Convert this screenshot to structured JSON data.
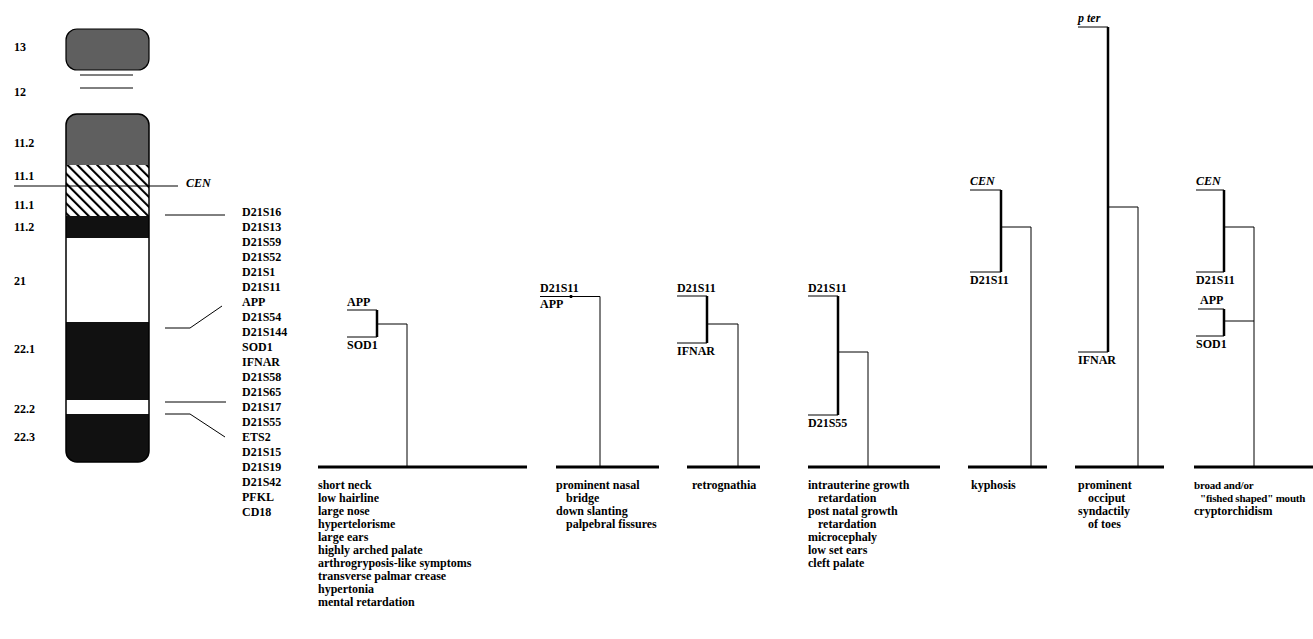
{
  "diagram": {
    "labels": [
      "13",
      "12",
      "11.2",
      "11.1",
      "11.1",
      "11.2",
      "21",
      "22.1",
      "22.2",
      "22.3",
      "CEN",
      "D21S16",
      "D21S13",
      "D21S59",
      "D21S52",
      "D21S1",
      "D21S11",
      "APP",
      "D21S54",
      "D21S144",
      "SOD1",
      "IFNAR",
      "D21S58",
      "D21S65",
      "D21S17",
      "D21S55",
      "ETS2",
      "D21S15",
      "D21S19",
      "D21S42",
      "PFKL",
      "CD18",
      "APP",
      "SOD1",
      "short neck",
      "low hairline",
      "large nose",
      "hypertelorisme",
      "large ears",
      "highly arched palate",
      "arthrogryposis-like symptoms",
      "transverse palmar crease",
      "hypertonia",
      "mental retardation",
      "D21S11",
      "APP",
      "prominent nasal bridge",
      "down slanting palpebral fissures",
      "D21S11",
      "IFNAR",
      "retrognathia",
      "D21S11",
      "D21S55",
      "intrauterine growth retardation",
      "post natal growth retardation",
      "microcephaly",
      "low set ears",
      "cleft palate",
      "CEN",
      "D21S11",
      "kyphosis",
      "p ter",
      "IFNAR",
      "prominent occiput",
      "syndactily of toes",
      "CEN",
      "D21S11",
      "APP",
      "SOD1",
      "broad and/or \"fished shaped\" mouth",
      "cryptorchidism"
    ]
  }
}
